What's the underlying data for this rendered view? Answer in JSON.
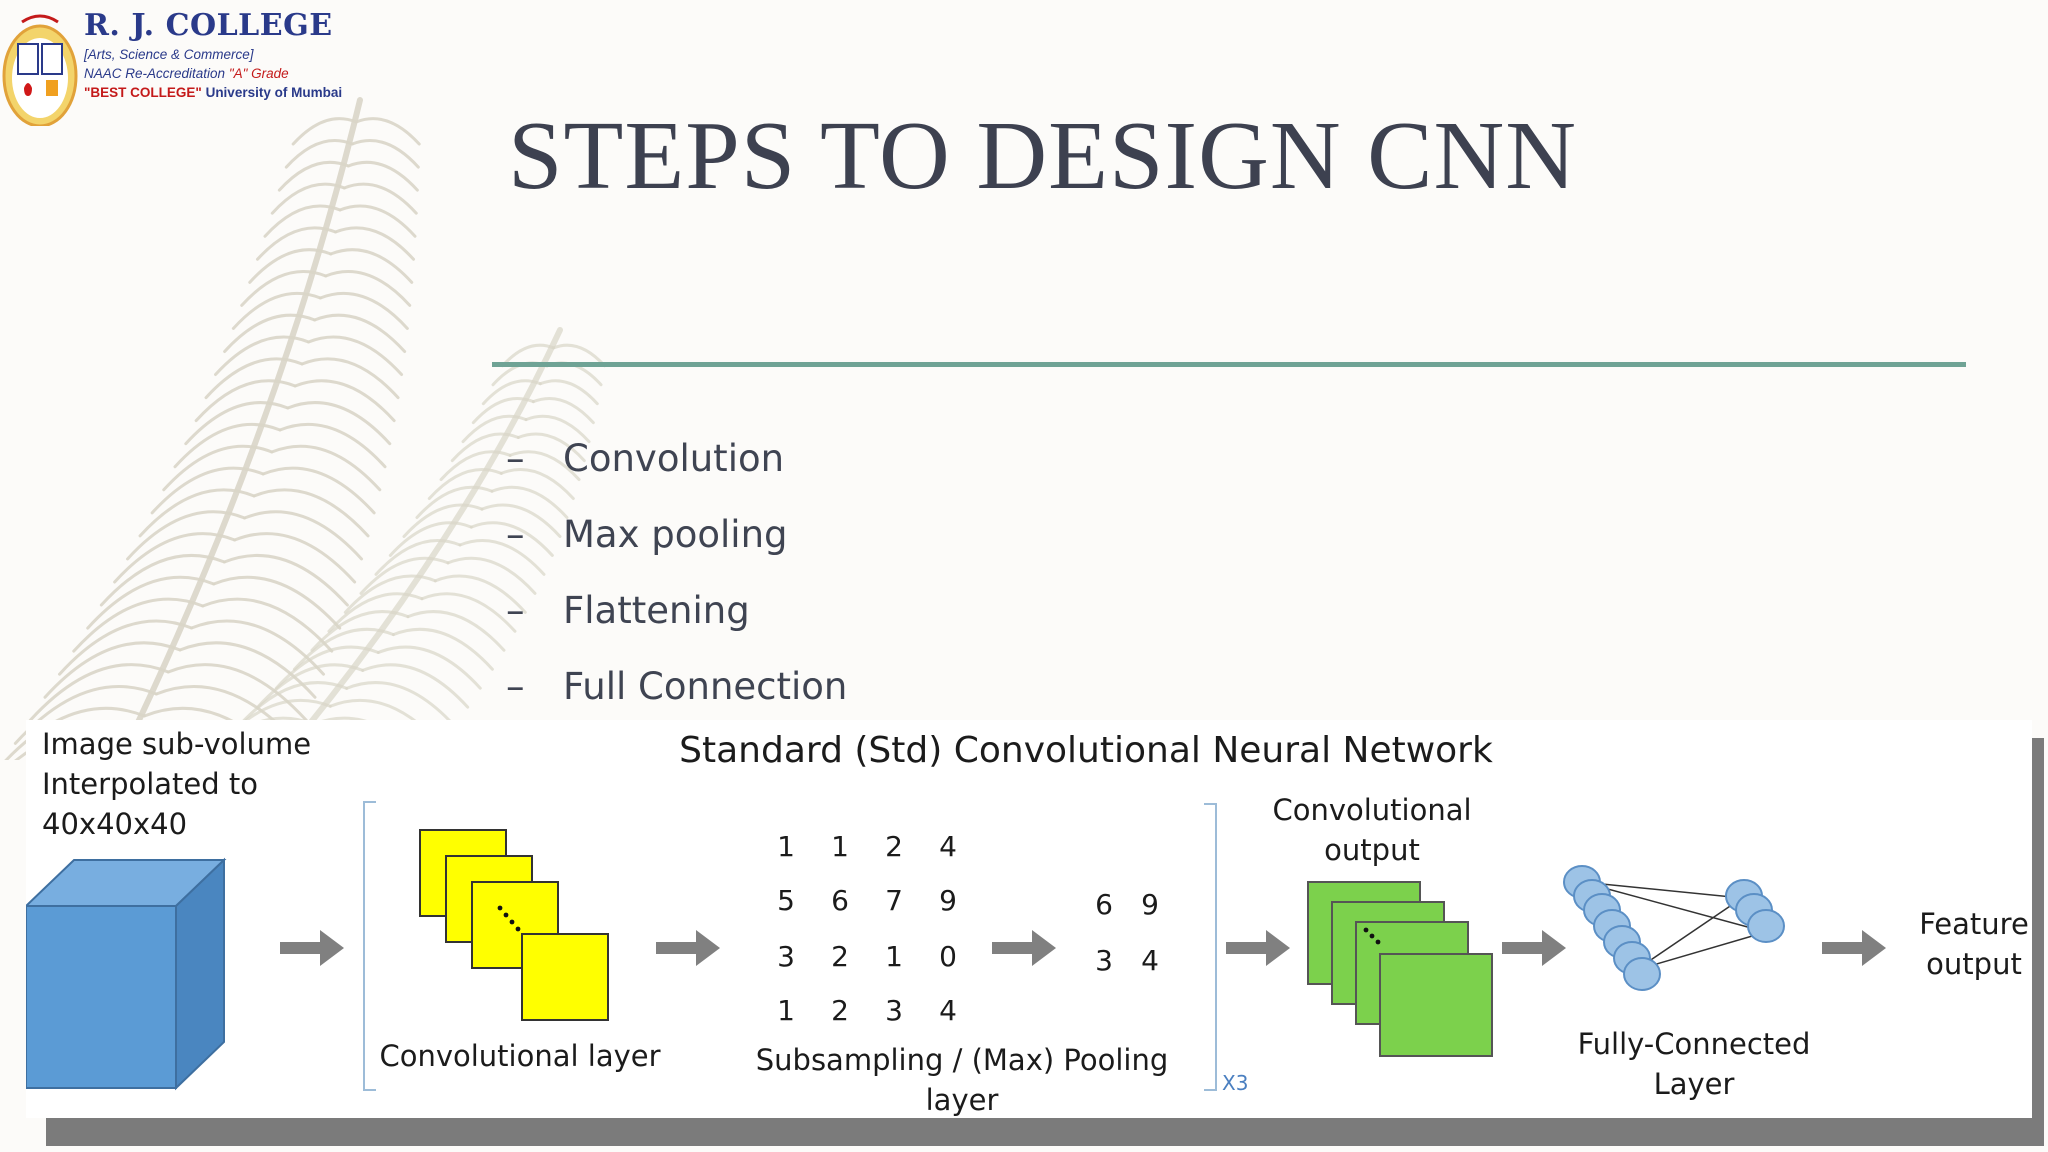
{
  "logo": {
    "name": "R. J. COLLEGE",
    "line1": "[Arts, Science & Commerce]",
    "line2a": "NAAC Re-Accreditation ",
    "line2b": "\"A\" Grade",
    "line3a": "\"BEST COLLEGE\"",
    "line3b": " University of Mumbai"
  },
  "slide": {
    "title": "STEPS TO DESIGN CNN",
    "bullets": [
      "Convolution",
      "Max pooling",
      "Flattening",
      "Full Connection"
    ],
    "bullet_marker": "–"
  },
  "diagram": {
    "title": "Standard (Std) Convolutional Neural Network",
    "input_label": [
      "Image sub-volume",
      "Interpolated to",
      "40x40x40"
    ],
    "conv_layer_label": "Convolutional layer",
    "pooling_label": [
      "Subsampling / (Max) Pooling",
      "layer"
    ],
    "matrix": [
      [
        "1",
        "1",
        "2",
        "4"
      ],
      [
        "5",
        "6",
        "7",
        "9"
      ],
      [
        "3",
        "2",
        "1",
        "0"
      ],
      [
        "1",
        "2",
        "3",
        "4"
      ]
    ],
    "pooled": [
      [
        "6",
        "9"
      ],
      [
        "3",
        "4"
      ]
    ],
    "repeat_label": "X3",
    "conv_output_label": [
      "Convolutional",
      "output"
    ],
    "fc_label": [
      "Fully-Connected",
      "Layer"
    ],
    "feature_label": [
      "Feature",
      "output"
    ],
    "colors": {
      "cube": "#5b9bd5",
      "conv_yellow": "#ffff00",
      "conv_green": "#7cd14c",
      "neuron": "#9dc3e6",
      "arrow": "#808080",
      "accent_rule": "#6fa395"
    }
  }
}
